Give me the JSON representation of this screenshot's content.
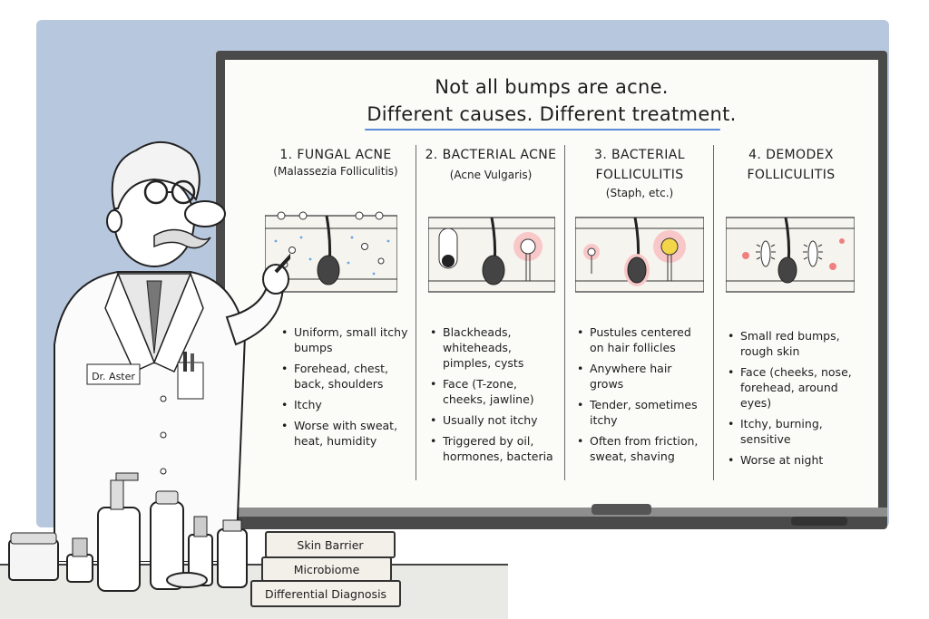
{
  "board": {
    "title_line1": "Not all bumps are acne.",
    "title_line2": "Different causes. Different treatment."
  },
  "columns": [
    {
      "title_line1": "1. FUNGAL ACNE",
      "title_line2": "",
      "subtitle": "(Malassezia Folliculitis)",
      "bullets": [
        "Uniform, small itchy bumps",
        "Forehead, chest, back, shoulders",
        "Itchy",
        "Worse with sweat, heat, humidity"
      ]
    },
    {
      "title_line1": "2. BACTERIAL ACNE",
      "title_line2": "",
      "subtitle": "(Acne Vulgaris)",
      "bullets": [
        "Blackheads, whiteheads, pimples, cysts",
        "Face (T-zone, cheeks, jawline)",
        "Usually not itchy",
        "Triggered by oil, hormones, bacteria"
      ]
    },
    {
      "title_line1": "3. BACTERIAL",
      "title_line2": "FOLLICULITIS",
      "subtitle": "(Staph, etc.)",
      "bullets": [
        "Pustules centered on hair follicles",
        "Anywhere hair grows",
        "Tender, sometimes itchy",
        "Often from friction, sweat, shaving"
      ]
    },
    {
      "title_line1": "4. DEMODEX",
      "title_line2": "FOLLICULITIS",
      "subtitle": "",
      "bullets": [
        "Small red bumps, rough skin",
        "Face (cheeks, nose, forehead, around eyes)",
        "Itchy, burning, sensitive",
        "Worse at night"
      ]
    }
  ],
  "doctor": {
    "badge": "Dr. Aster"
  },
  "books": [
    "Skin Barrier",
    "Microbiome",
    "Differential Diagnosis"
  ],
  "colors": {
    "background_panel": "#b7c8de",
    "underline": "#5b8bd6",
    "inflammation": "#f08080",
    "spores": "#6aa7e0",
    "pus": "#f3d54a"
  }
}
